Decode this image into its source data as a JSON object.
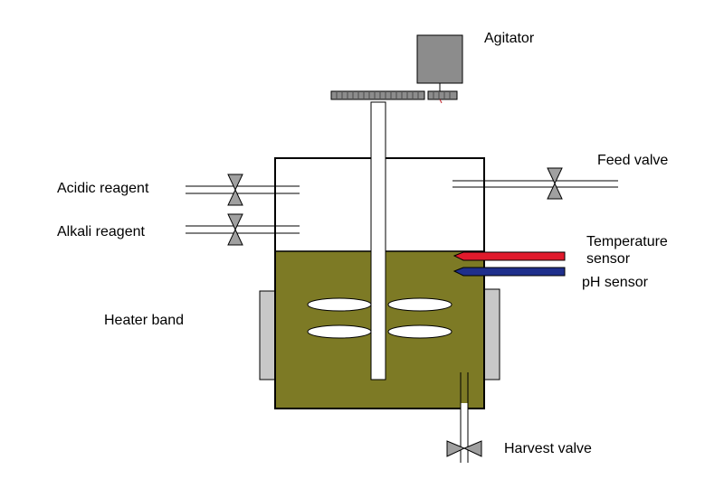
{
  "labels": {
    "agitator": "Agitator",
    "feed_valve": "Feed valve",
    "acidic_reagent": "Acidic reagent",
    "alkali_reagent": "Alkali reagent",
    "temperature_sensor_line1": "Temperature",
    "temperature_sensor_line2": "sensor",
    "ph_sensor": "pH sensor",
    "heater_band": "Heater band",
    "harvest_valve": "Harvest valve"
  },
  "colors": {
    "liquid": "#7d7a25",
    "motor": "#8c8c8c",
    "heater": "#c8c8c8",
    "valve": "#a0a0a0",
    "temperature_sensor": "#e01a2c",
    "ph_sensor": "#1f2f8c",
    "outline": "#000000"
  }
}
